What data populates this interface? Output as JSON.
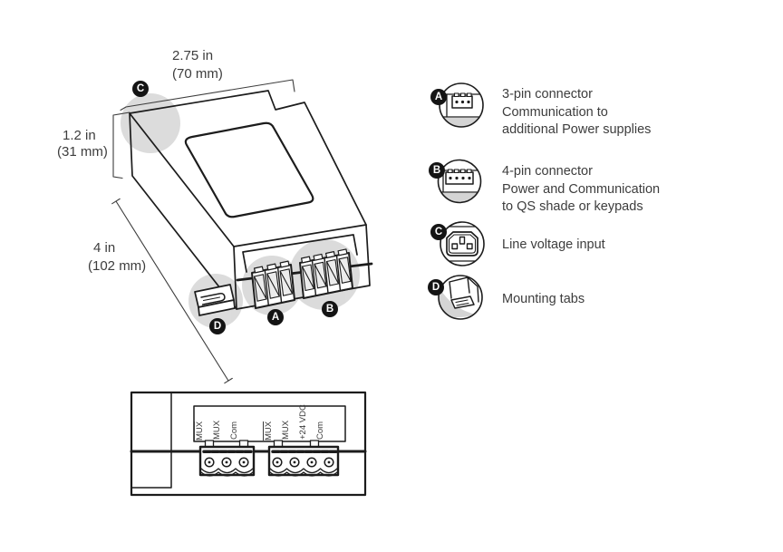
{
  "colors": {
    "line": "#1c1c1c",
    "text": "#3d3d3d",
    "highlight_gray": "#c9c9c9",
    "badge_background": "#141414",
    "badge_text": "#ffffff",
    "background": "#ffffff"
  },
  "callouts": {
    "a": "A",
    "b": "B",
    "c": "C",
    "d": "D"
  },
  "dimensions": {
    "width": {
      "line1": "2.75 in",
      "line2": "(70 mm)"
    },
    "height": {
      "line1": "1.2 in",
      "line2": "(31 mm)"
    },
    "depth": {
      "line1": "4 in",
      "line2": "(102 mm)"
    }
  },
  "legend": [
    {
      "id": "A",
      "icon": "3-pin-connector-icon",
      "lines": [
        "3-pin connector",
        "Communication to",
        "additional Power supplies"
      ]
    },
    {
      "id": "B",
      "icon": "4-pin-connector-icon",
      "lines": [
        "4-pin connector",
        "Power and Communication",
        "to QS shade or keypads"
      ]
    },
    {
      "id": "C",
      "icon": "line-voltage-inlet-icon",
      "lines": [
        "Line voltage input"
      ]
    },
    {
      "id": "D",
      "icon": "mounting-tab-icon",
      "lines": [
        "Mounting tabs"
      ]
    }
  ],
  "front_view": {
    "connector1_labels": [
      {
        "text": "MUX",
        "overline": true
      },
      {
        "text": "MUX",
        "overline": false
      },
      {
        "text": "Com",
        "overline": false
      }
    ],
    "connector2_labels": [
      {
        "text": "MUX",
        "overline": true
      },
      {
        "text": "MUX",
        "overline": false
      },
      {
        "text": "+24 VDC",
        "overline": false
      },
      {
        "text": "Com",
        "overline": false
      }
    ]
  }
}
